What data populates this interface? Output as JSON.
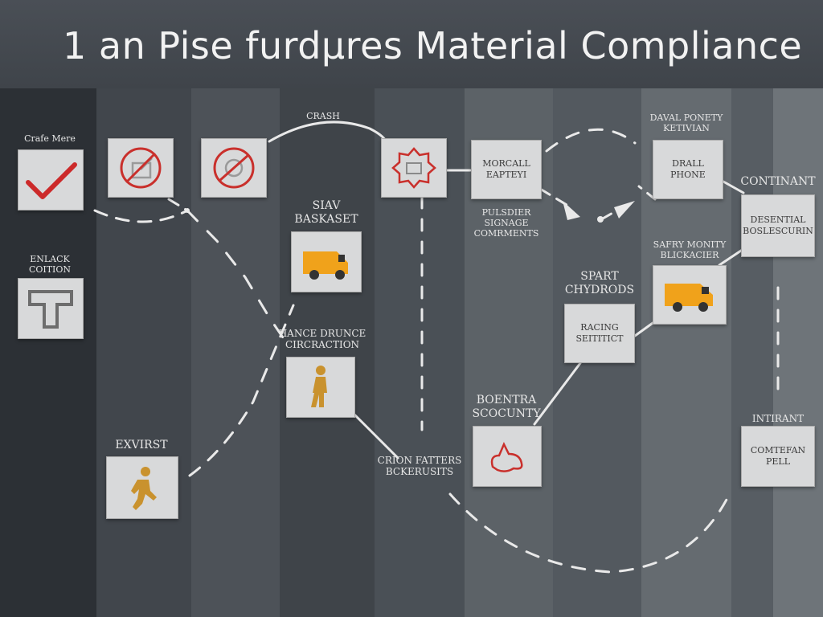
{
  "title": "1 an Pise furdμres Material Compliance",
  "lanes": [
    {
      "color": "#2c3035"
    },
    {
      "color": "#41464c"
    },
    {
      "color": "#4d5258"
    },
    {
      "color": "#3f4449"
    },
    {
      "color": "#4a5056"
    },
    {
      "color": "#5c6267"
    },
    {
      "color": "#53595f"
    },
    {
      "color": "#656b70"
    },
    {
      "color": "#575d63"
    },
    {
      "color": "#6e7479"
    }
  ],
  "labels": {
    "crafe_more": "Crafe Mere",
    "enlack_coition": "ENLACK\nCOITION",
    "crash": "CRASH",
    "siav_baskaset": "SIAV\nBASKASET",
    "hance_drunce": "HANCE DRUNCE\nCIRCRACTION",
    "exvirest": "EXVIRST",
    "crion_fatters": "CRION FATTERS\nBCKERUSITS",
    "pulsdier": "PULSDIER\nSIGNAGE\nCOMRMENTS",
    "boentra": "BOENTRA\nSCOCUNTY",
    "spart_chydrods": "SPART\nCHYDRODS",
    "daval_powery": "DAVAL PONETY\nKETIVIAN",
    "safry_monity": "SAFRY MONITY\nBLICKACIER",
    "continant": "CONTINANT",
    "intirant": "INTIRANT"
  },
  "boxes": {
    "morcall": "MORCALL\nEAPTEYI",
    "drall_phone": "DRALL\nPHONE",
    "desential": "DESENTIAL\nBOSLESCURIN",
    "racing": "RACING\nSEITITICT",
    "comtefan": "COMTEFAN\nPELL"
  },
  "colors": {
    "check": "#cc2a2a",
    "prohibit": "#c9302c",
    "van": "#f0a21b",
    "person": "#c9922e",
    "connector": "#e9e9e9"
  }
}
